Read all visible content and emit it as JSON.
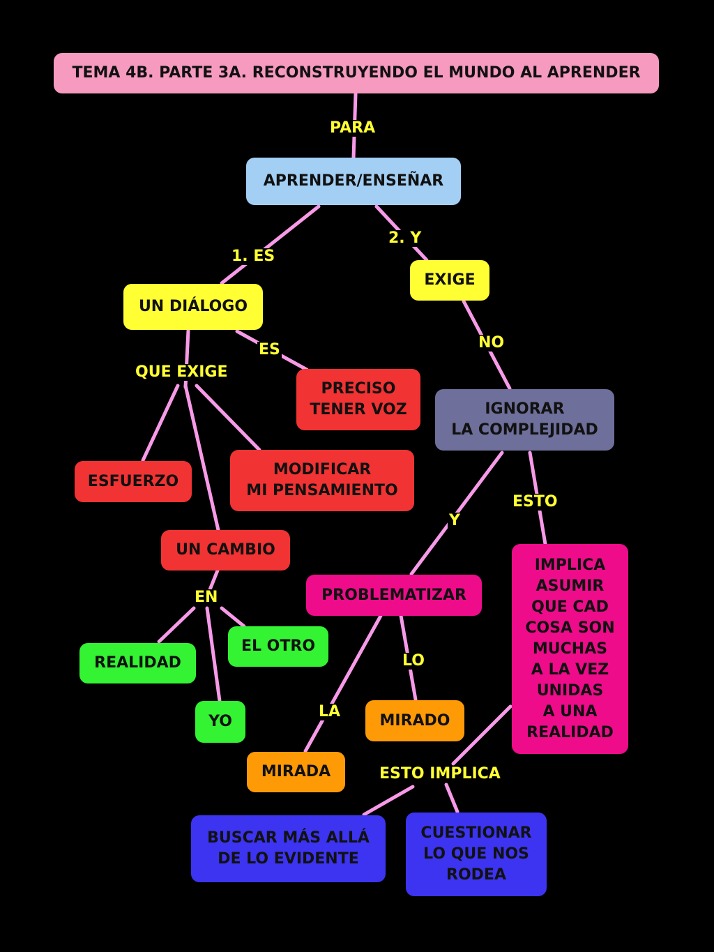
{
  "diagram": {
    "title": "TEMA 4B. PARTE 3A. RECONSTRUYENDO EL MUNDO AL APRENDER",
    "nodes": {
      "aprender": "APRENDER/ENSEÑAR",
      "dialogo": "UN DIÁLOGO",
      "exige": "EXIGE",
      "preciso": "PRECISO\nTENER VOZ",
      "ignorar": "IGNORAR\nLA COMPLEJIDAD",
      "esfuerzo": "ESFUERZO",
      "modificar": "MODIFICAR\nMI PENSAMIENTO",
      "cambio": "UN CAMBIO",
      "problematizar": "PROBLEMATIZAR",
      "implica": "IMPLICA\nASUMIR\nQUE CAD\nCOSA SON\nMUCHAS\nA LA VEZ\nUNIDAS\nA UNA\nREALIDAD",
      "realidad": "REALIDAD",
      "otro": "EL OTRO",
      "yo": "YO",
      "mirado": "MIRADO",
      "mirada": "MIRADA",
      "buscar": "BUSCAR MÁS ALLÁ\nDE LO EVIDENTE",
      "cuestionar": "CUESTIONAR\nLO QUE NOS\nRODEA"
    },
    "links": {
      "para": "PARA",
      "es1": "1. ES",
      "y2": "2. Y",
      "es": "ES",
      "no": "NO",
      "que_exige": "QUE EXIGE",
      "y": "Y",
      "esto": "ESTO",
      "en": "EN",
      "lo": "LO",
      "la": "LA",
      "esto_implica": "ESTO IMPLICA"
    },
    "colors": {
      "background": "#000000",
      "connector": "#f79ae8",
      "link_text": "#ffff33",
      "title_box": "#f79ac0",
      "light_blue": "#a3cff5",
      "yellow": "#ffff33",
      "red": "#f23333",
      "slate": "#6e6f9a",
      "magenta": "#ee0c8a",
      "green": "#33f333",
      "orange": "#ff9a07",
      "blue": "#3c34f0"
    }
  }
}
